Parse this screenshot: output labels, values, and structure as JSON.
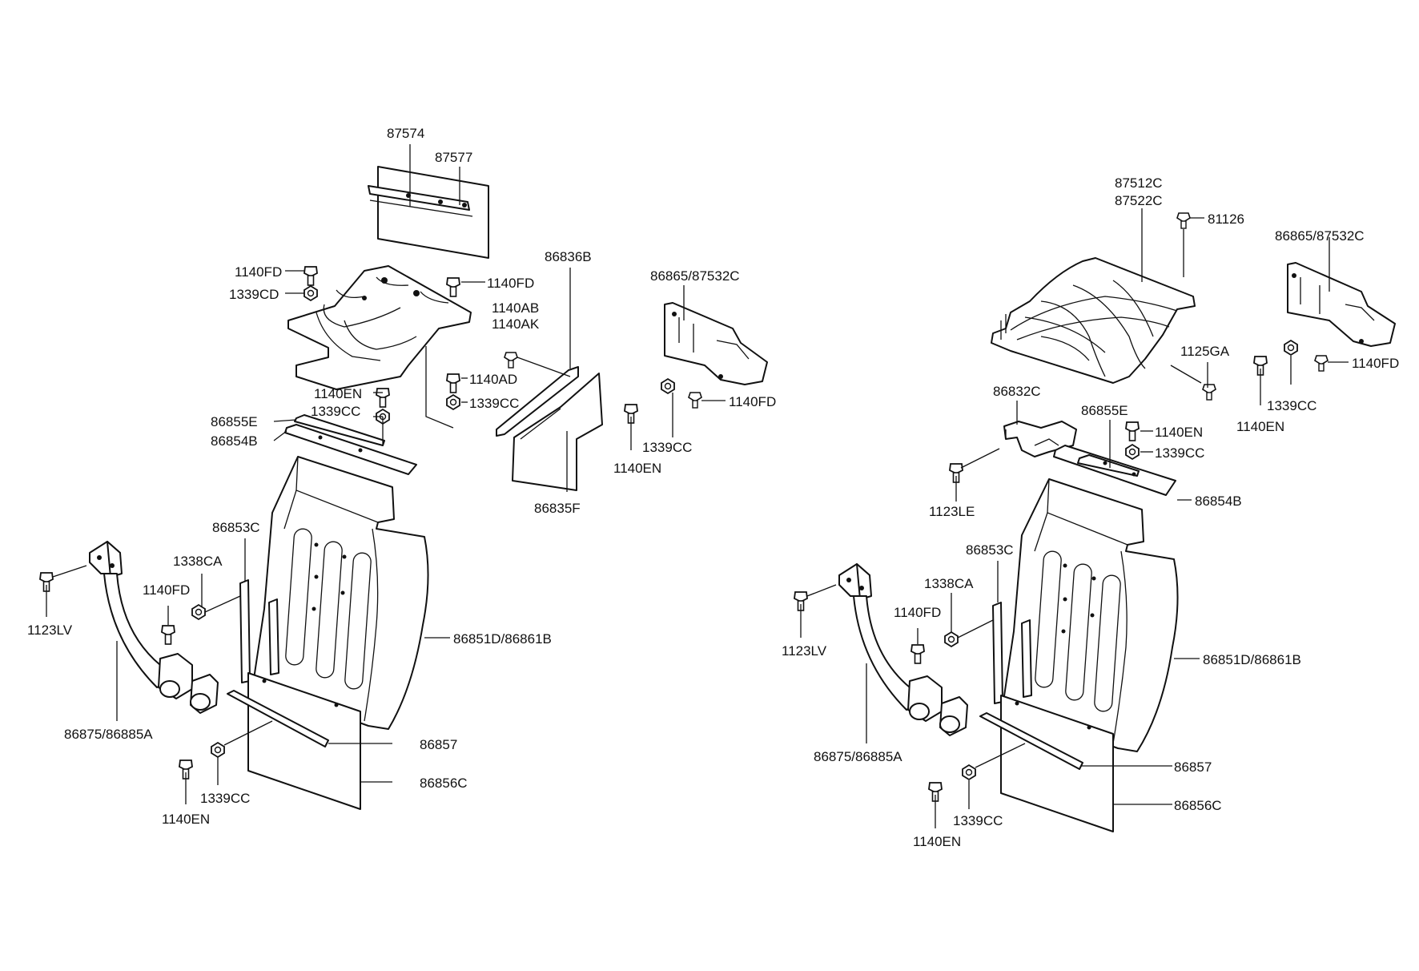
{
  "left": {
    "l_87574": "87574",
    "l_87577": "87577",
    "l_1140fd_a": "1140FD",
    "l_1339cd": "1339CD",
    "l_1140fd_b": "1140FD",
    "l_86836b": "86836B",
    "l_1140ab": "1140AB",
    "l_1140ak": "1140AK",
    "l_86865": "86865/87532C",
    "l_1140ad": "1140AD",
    "l_1339cc_a": "1339CC",
    "l_1140en_a": "1140EN",
    "l_1339cc_b": "1339CC",
    "l_86855e": "86855E",
    "l_86854b": "86854B",
    "l_1140fd_c": "1140FD",
    "l_1339cc_c": "1339CC",
    "l_1140en_b": "1140EN",
    "l_86835f": "86835F",
    "l_86853c": "86853C",
    "l_1338ca": "1338CA",
    "l_1140fd_d": "1140FD",
    "l_1123lv": "1123LV",
    "l_86851d": "86851D/86861B",
    "l_86875": "86875/86885A",
    "l_86857": "86857",
    "l_86856c": "86856C",
    "l_1339cc_d": "1339CC",
    "l_1140en_c": "1140EN"
  },
  "right": {
    "r_87512c": "87512C",
    "r_87522c": "87522C",
    "r_81126": "81126",
    "r_86865": "86865/87532C",
    "r_1125ga": "1125GA",
    "r_1140fd_a": "1140FD",
    "r_1339cc_a": "1339CC",
    "r_1140en_a": "1140EN",
    "r_86832c": "86832C",
    "r_86855e": "86855E",
    "r_1140en_b": "1140EN",
    "r_1339cc_b": "1339CC",
    "r_86854b": "86854B",
    "r_1123le": "1123LE",
    "r_86853c": "86853C",
    "r_1338ca": "1338CA",
    "r_1140fd_b": "1140FD",
    "r_1123lv": "1123LV",
    "r_86851d": "86851D/86861B",
    "r_86875": "86875/86885A",
    "r_86857": "86857",
    "r_86856c": "86856C",
    "r_1339cc_c": "1339CC",
    "r_1140en_c": "1140EN"
  }
}
